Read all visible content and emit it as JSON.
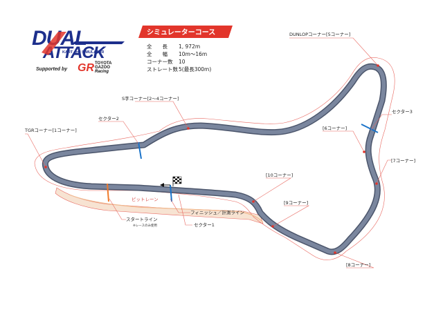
{
  "logo": {
    "line1": "DUAL",
    "line2": "ATTACK",
    "tagline": "KART and SIMULATOR",
    "supported_by": "Supported by",
    "gr_mark": "GR",
    "sponsor_lines": [
      "TOYOTA",
      "GAZOO",
      "Racing"
    ]
  },
  "course": {
    "title": "シミュレーターコース",
    "specs": [
      {
        "label": "全　　長",
        "value": "1, 972m"
      },
      {
        "label": "全　　幅",
        "value": "10m〜16m"
      },
      {
        "label": "コーナー数",
        "value": "10"
      },
      {
        "label": "ストレート数",
        "value": "5(最長300m)"
      }
    ]
  },
  "labels": {
    "dunlop": "DUNLOPコーナー[5コーナー]",
    "s_curve": "S字コーナー[2〜4コーナー]",
    "sector2": "セクター2",
    "sector3": "セクター3",
    "tgr": "TGRコーナー[1コーナー]",
    "c6": "[6コーナー]",
    "c7": "[7コーナー]",
    "c8": "[8コーナー]",
    "c9": "[9コーナー]",
    "c10": "[10コーナー]",
    "pitlane": "ピットレーン",
    "finish": "フィニッシュ／計測ライン",
    "sector1": "セクター1",
    "start": "スタートライン",
    "race_only": "※レースのみ使用"
  },
  "colors": {
    "track": "#7a869e",
    "track_edge": "#4b556b",
    "runoff": "#f7e3d2",
    "outline": "#e8665e",
    "accent_red": "#e2352b",
    "sector_blue": "#1a73c9",
    "start_orange": "#f07a2a"
  }
}
